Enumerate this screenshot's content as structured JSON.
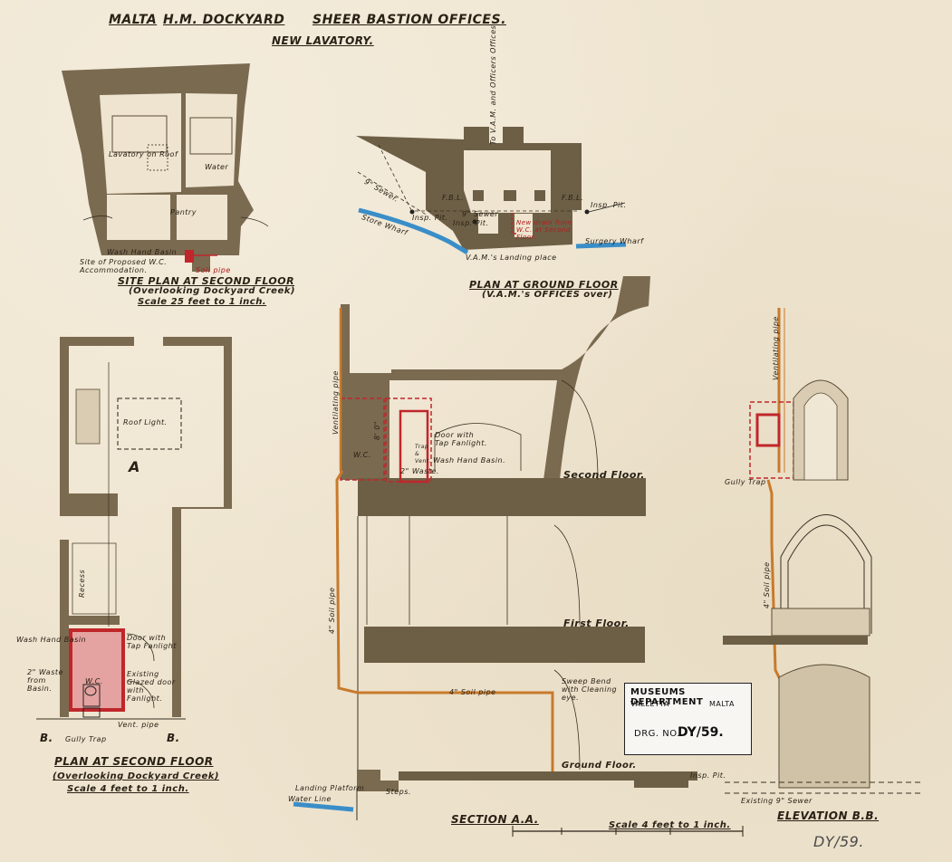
{
  "header": {
    "place": "MALTA",
    "yard": "H.M. DOCKYARD",
    "building": "SHEER BASTION OFFICES.",
    "subject": "NEW LAVATORY."
  },
  "site_plan": {
    "title": "SITE PLAN AT SECOND FLOOR",
    "subtitle": "(Overlooking Dockyard Creek)",
    "scale": "Scale 25 feet to 1 inch.",
    "labels": {
      "site": "Site of Proposed W.C. Accommodation.",
      "basin": "Wash Hand Basin",
      "pipe": "Soil pipe",
      "lavatory": "Lavatory on Roof",
      "water": "Water",
      "pantry": "Pantry"
    }
  },
  "ground_plan": {
    "title": "PLAN AT GROUND FLOOR",
    "subtitle": "(V.A.M.'s OFFICES over)",
    "labels": {
      "sewer": "9\" Sewer.",
      "sewer2": "9\" Sewer",
      "insp1": "Insp. Pit.",
      "insp2": "Insp. Pit.",
      "insp3": "Insp. Pit.",
      "fbl1": "F.B.L.",
      "fbl2": "F.B.L.",
      "store": "Store Wharf",
      "surgery": "Surgery Wharf",
      "landing": "V.A.M.'s Landing place",
      "vam": "To V.A.M. and Officers Offices",
      "new_drain": "New drain from W.C. at Second Floor."
    }
  },
  "second_plan": {
    "title": "PLAN AT SECOND FLOOR",
    "subtitle": "(Overlooking Dockyard Creek)",
    "scale": "Scale 4 feet to 1 inch.",
    "labels": {
      "roof_light": "Roof Light.",
      "a_mark": "A",
      "recess": "Recess",
      "basin": "Wash Hand Basin",
      "door": "Door with Tap Fanlight",
      "waste": "2\" Waste from Basin.",
      "existing": "Existing Glazed door with Fanlight.",
      "wc": "W.C.",
      "gully": "Gully Trap",
      "vent": "Vent. pipe",
      "b_left": "B.",
      "b_right": "B."
    }
  },
  "section": {
    "title": "SECTION A.A.",
    "scale": "Scale 4 feet to 1 inch.",
    "labels": {
      "vent": "Ventilating pipe",
      "soil": "4\" Soil pipe",
      "soil_h": "4\" Soil pipe",
      "second": "Second Floor.",
      "first": "First Floor.",
      "ground": "Ground Floor.",
      "door": "Door with Tap Fanlight.",
      "basin": "Wash Hand Basin.",
      "wc": "W.C.",
      "waste": "2\" Waste.",
      "trap": "Trap & Vent.",
      "height": "8' 0\"",
      "bend": "Sweep Bend with Cleaning eye.",
      "insp": "Insp. Pit.",
      "landing": "Landing Platform",
      "water": "Water Line",
      "steps": "Steps."
    }
  },
  "elevation": {
    "title": "ELEVATION B.B.",
    "labels": {
      "vent": "Ventilating pipe",
      "soil": "4\" Soil pipe",
      "gully": "Gully Trap",
      "sewer": "Existing 9\" Sewer"
    }
  },
  "stamp": {
    "department": "MUSEUMS DEPARTMENT",
    "city": "VALLETTA",
    "country": "MALTA",
    "drg_label": "DRG. NO.",
    "drg_number": "DY/59."
  },
  "archive_mark": "DY/59.",
  "colors": {
    "wall": "#6d5f46",
    "new_work": "#c0262a",
    "water": "#3a8ec8",
    "pipe": "#c87a2b",
    "paper": "#eee4cf"
  }
}
